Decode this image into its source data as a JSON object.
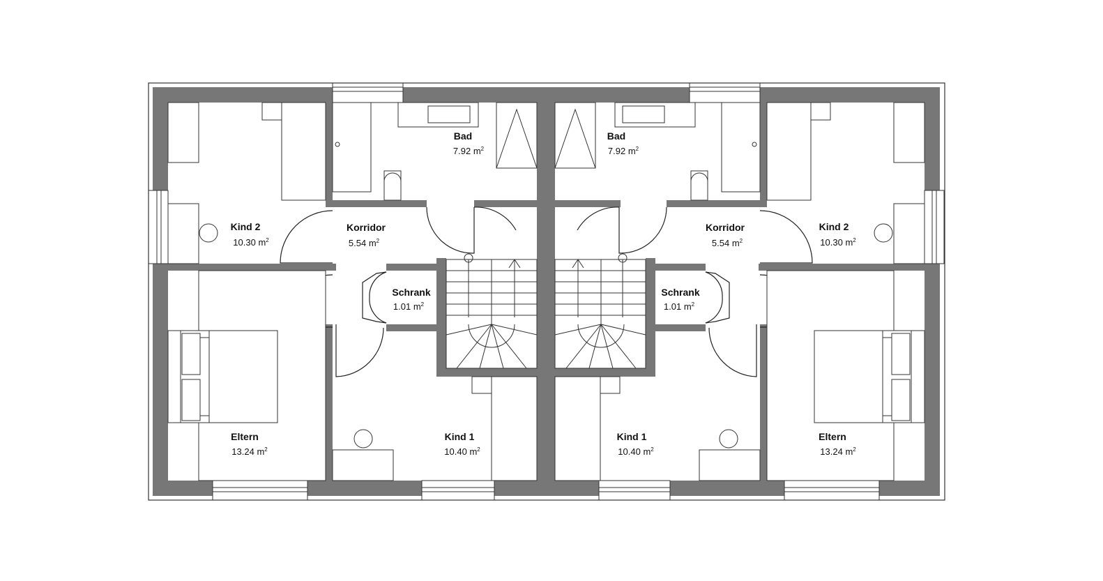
{
  "rooms": [
    {
      "id": "kind2-left",
      "name": "Kind 2",
      "area": "10.30",
      "unit": "m",
      "exp": "2"
    },
    {
      "id": "bad-left",
      "name": "Bad",
      "area": "7.92",
      "unit": "m",
      "exp": "2"
    },
    {
      "id": "korridor-left",
      "name": "Korridor",
      "area": "5.54",
      "unit": "m",
      "exp": "2"
    },
    {
      "id": "schrank-left",
      "name": "Schrank",
      "area": "1.01",
      "unit": "m",
      "exp": "2"
    },
    {
      "id": "eltern-left",
      "name": "Eltern",
      "area": "13.24",
      "unit": "m",
      "exp": "2"
    },
    {
      "id": "kind1-left",
      "name": "Kind 1",
      "area": "10.40",
      "unit": "m",
      "exp": "2"
    },
    {
      "id": "bad-right",
      "name": "Bad",
      "area": "7.92",
      "unit": "m",
      "exp": "2"
    },
    {
      "id": "korridor-right",
      "name": "Korridor",
      "area": "5.54",
      "unit": "m",
      "exp": "2"
    },
    {
      "id": "kind2-right",
      "name": "Kind 2",
      "area": "10.30",
      "unit": "m",
      "exp": "2"
    },
    {
      "id": "schrank-right",
      "name": "Schrank",
      "area": "1.01",
      "unit": "m",
      "exp": "2"
    },
    {
      "id": "kind1-right",
      "name": "Kind 1",
      "area": "10.40",
      "unit": "m",
      "exp": "2"
    },
    {
      "id": "eltern-right",
      "name": "Eltern",
      "area": "13.24",
      "unit": "m",
      "exp": "2"
    }
  ],
  "colors": {
    "wall": "#777777",
    "line": "#222222",
    "background": "#ffffff"
  }
}
